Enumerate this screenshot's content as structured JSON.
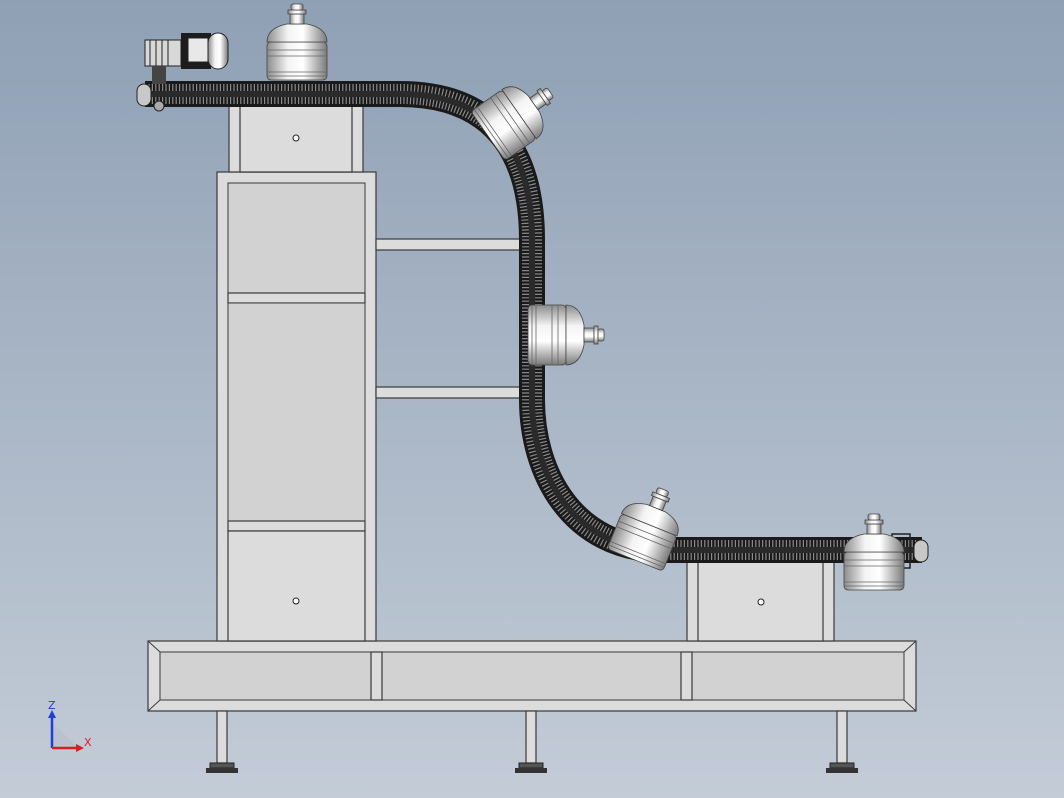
{
  "viewport": {
    "background_top": "#8fa0b5",
    "background_bottom": "#c3ccd7"
  },
  "model": {
    "parts": [
      "support-frame",
      "base-frame",
      "conveyor-belt",
      "gear-motor",
      "water-jug",
      "leveling-foot"
    ]
  },
  "triad": {
    "z_label": "Z",
    "x_label": "X",
    "z_color": "#1f3fd8",
    "x_color": "#d81f1f"
  }
}
